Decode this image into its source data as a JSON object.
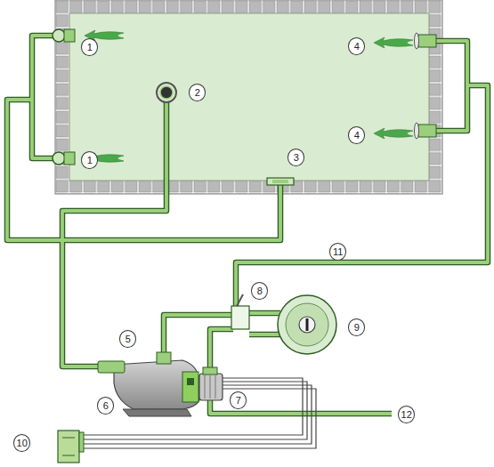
{
  "diagram": {
    "labels": [
      "1",
      "1",
      "2",
      "3",
      "4",
      "4",
      "5",
      "6",
      "7",
      "8",
      "9",
      "10",
      "11",
      "12"
    ]
  }
}
